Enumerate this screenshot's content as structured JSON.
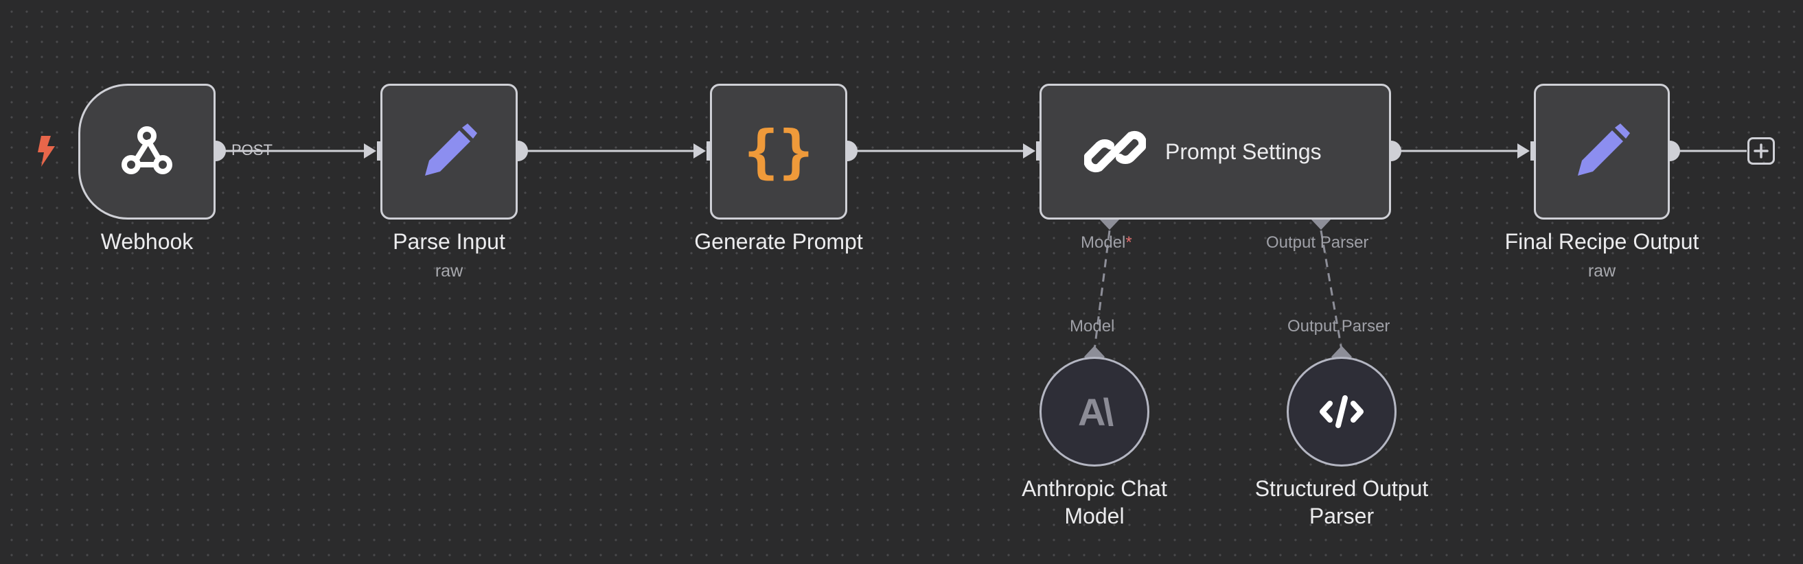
{
  "nodes": {
    "webhook": {
      "label": "Webhook",
      "icon": "webhook-icon"
    },
    "parse_input": {
      "label": "Parse Input",
      "subtitle": "raw",
      "icon": "pencil-icon"
    },
    "generate_prompt": {
      "label": "Generate Prompt",
      "icon": "braces-icon",
      "icon_text": "{}"
    },
    "prompt_settings": {
      "title": "Prompt Settings",
      "icon": "link-icon",
      "ports": {
        "model": "Model",
        "model_required": "*",
        "output_parser": "Output Parser"
      }
    },
    "final_output": {
      "label": "Final Recipe Output",
      "subtitle": "raw",
      "icon": "pencil-icon"
    },
    "anthropic": {
      "label_line1": "Anthropic Chat",
      "label_line2": "Model",
      "port": "Model",
      "icon": "anthropic-icon",
      "icon_text": "A\\"
    },
    "structured_parser": {
      "label_line1": "Structured Output",
      "label_line2": "Parser",
      "port": "Output Parser",
      "icon": "code-icon"
    }
  },
  "edges": {
    "webhook_method": "POST"
  },
  "colors": {
    "canvas": "#2b2b2c",
    "node_fill": "#404042",
    "node_border": "#cfd0d6",
    "trigger_bolt": "#e8664a",
    "pencil": "#8c8ef0",
    "braces": "#ef9a3a",
    "required": "#e06b6b"
  }
}
